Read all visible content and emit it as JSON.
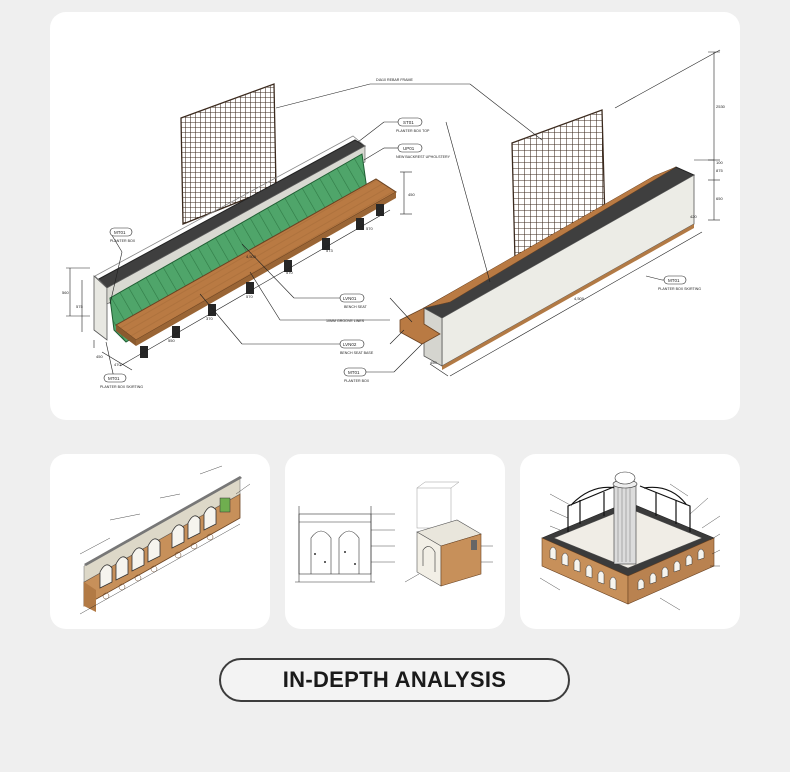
{
  "main": {
    "labels": {
      "rebar_frame": "DIA10 REBAR FRAME",
      "st01_code": "ST01",
      "st01_desc": "PLANTER BOX TOP",
      "up01_code": "UP01",
      "up01_desc": "NEW BACKREST UPHOLSTERY",
      "mt01_left_code": "MT01",
      "mt01_left_desc": "PLANTER BOX",
      "mt01_right_code": "MT01",
      "mt01_right_desc": "PLANTER BOX SKIRTING",
      "lvn01_code": "LVN01",
      "lvn01_desc": "BENCH SEAT",
      "groove": "10MM GROOVE LINES",
      "lvn02_code": "LVN02",
      "lvn02_desc": "BENCH SEAT BASE",
      "mt01_bottom_code": "MT01",
      "mt01_bottom_desc": "PLANTER BOX",
      "mt01_skirt_code": "MT01",
      "mt01_skirt_desc": "PLANTER BOX SKIRTING"
    },
    "dims": {
      "h_total": "2530",
      "h_mid": "875",
      "h_low": "650",
      "h_top": "100",
      "h_left": "560",
      "h_left2": "575",
      "seat_h": "450",
      "len_right": "4,500",
      "len_left": "4,500",
      "w1": "450",
      "w2": "470",
      "w3": "550",
      "w4": "370",
      "w5": "570",
      "w6": "570",
      "w7": "573",
      "w8": "570",
      "w9": "420",
      "w10": "450"
    }
  },
  "cta": {
    "label": "IN-DEPTH ANALYSIS"
  }
}
